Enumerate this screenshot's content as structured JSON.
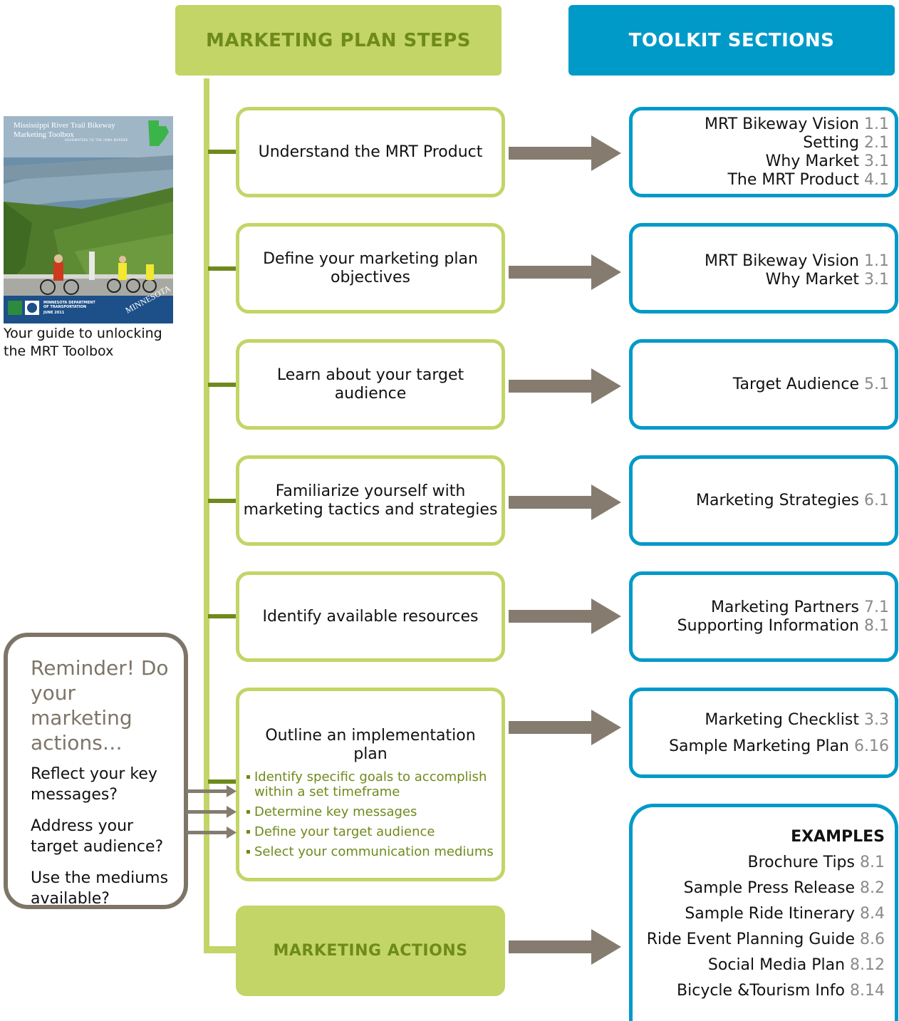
{
  "headers": {
    "left": "MARKETING PLAN STEPS",
    "right": "TOOLKIT SECTIONS"
  },
  "cover": {
    "title_line1": "Mississippi River Trail Bikeway",
    "title_line2": "Marketing Toolbox",
    "tagline": "HEADWATERS TO THE IOWA BORDER",
    "agency_line1": "MINNESOTA DEPARTMENT",
    "agency_line2": "OF TRANSPORTATION",
    "date": "JUNE 2011",
    "state": "MINNESOTA",
    "caption_line1": "Your guide to unlocking",
    "caption_line2": "the MRT Toolbox"
  },
  "steps": [
    {
      "lines": [
        "Understand the MRT Product"
      ]
    },
    {
      "lines": [
        "Define your marketing plan",
        "objectives"
      ]
    },
    {
      "lines": [
        "Learn about your target audience"
      ]
    },
    {
      "lines": [
        "Familiarize yourself with",
        "marketing tactics and strategies"
      ]
    },
    {
      "lines": [
        "Identify available resources"
      ]
    },
    {
      "title": "Outline an implementation plan",
      "bullets": [
        "Identify specific goals to accomplish within a set timeframe",
        "Determine key messages",
        "Define your target audience",
        "Select your communication mediums"
      ]
    }
  ],
  "final_step": "MARKETING ACTIONS",
  "toolkit": [
    {
      "items": [
        {
          "label": "MRT Bikeway Vision",
          "num": "1.1"
        },
        {
          "label": "Setting",
          "num": "2.1"
        },
        {
          "label": "Why Market",
          "num": "3.1"
        },
        {
          "label": "The MRT Product",
          "num": "4.1"
        }
      ]
    },
    {
      "items": [
        {
          "label": "MRT Bikeway Vision",
          "num": "1.1"
        },
        {
          "label": "Why Market",
          "num": "3.1"
        }
      ]
    },
    {
      "items": [
        {
          "label": "Target Audience",
          "num": "5.1"
        }
      ]
    },
    {
      "items": [
        {
          "label": "Marketing Strategies",
          "num": "6.1"
        }
      ]
    },
    {
      "items": [
        {
          "label": "Marketing Partners",
          "num": "7.1"
        },
        {
          "label": "Supporting Information",
          "num": "8.1"
        }
      ]
    },
    {
      "items": [
        {
          "label": "Marketing Checklist",
          "num": "3.3"
        },
        {
          "label": "Sample Marketing Plan",
          "num": "6.16"
        }
      ]
    }
  ],
  "examples": {
    "title": "EXAMPLES",
    "items": [
      {
        "label": "Brochure Tips",
        "num": "8.1"
      },
      {
        "label": "Sample Press Release",
        "num": "8.2"
      },
      {
        "label": "Sample Ride Itinerary",
        "num": "8.4"
      },
      {
        "label": "Ride Event Planning Guide",
        "num": "8.6"
      },
      {
        "label": "Social Media Plan",
        "num": "8.12"
      },
      {
        "label": "Bicycle &Tourism Info",
        "num": "8.14"
      }
    ]
  },
  "reminder": {
    "title": "Reminder! Do your marketing actions…",
    "q1": "Reflect your key messages?",
    "q2": "Address your target audience?",
    "q3": "Use the mediums available?"
  },
  "colors": {
    "green": "#c2d566",
    "dark_green": "#6f8a1c",
    "blue": "#009ac9",
    "gray_arrow": "#857c6f",
    "reminder_gray": "#7d7568",
    "number_gray": "#8a8a8a"
  }
}
